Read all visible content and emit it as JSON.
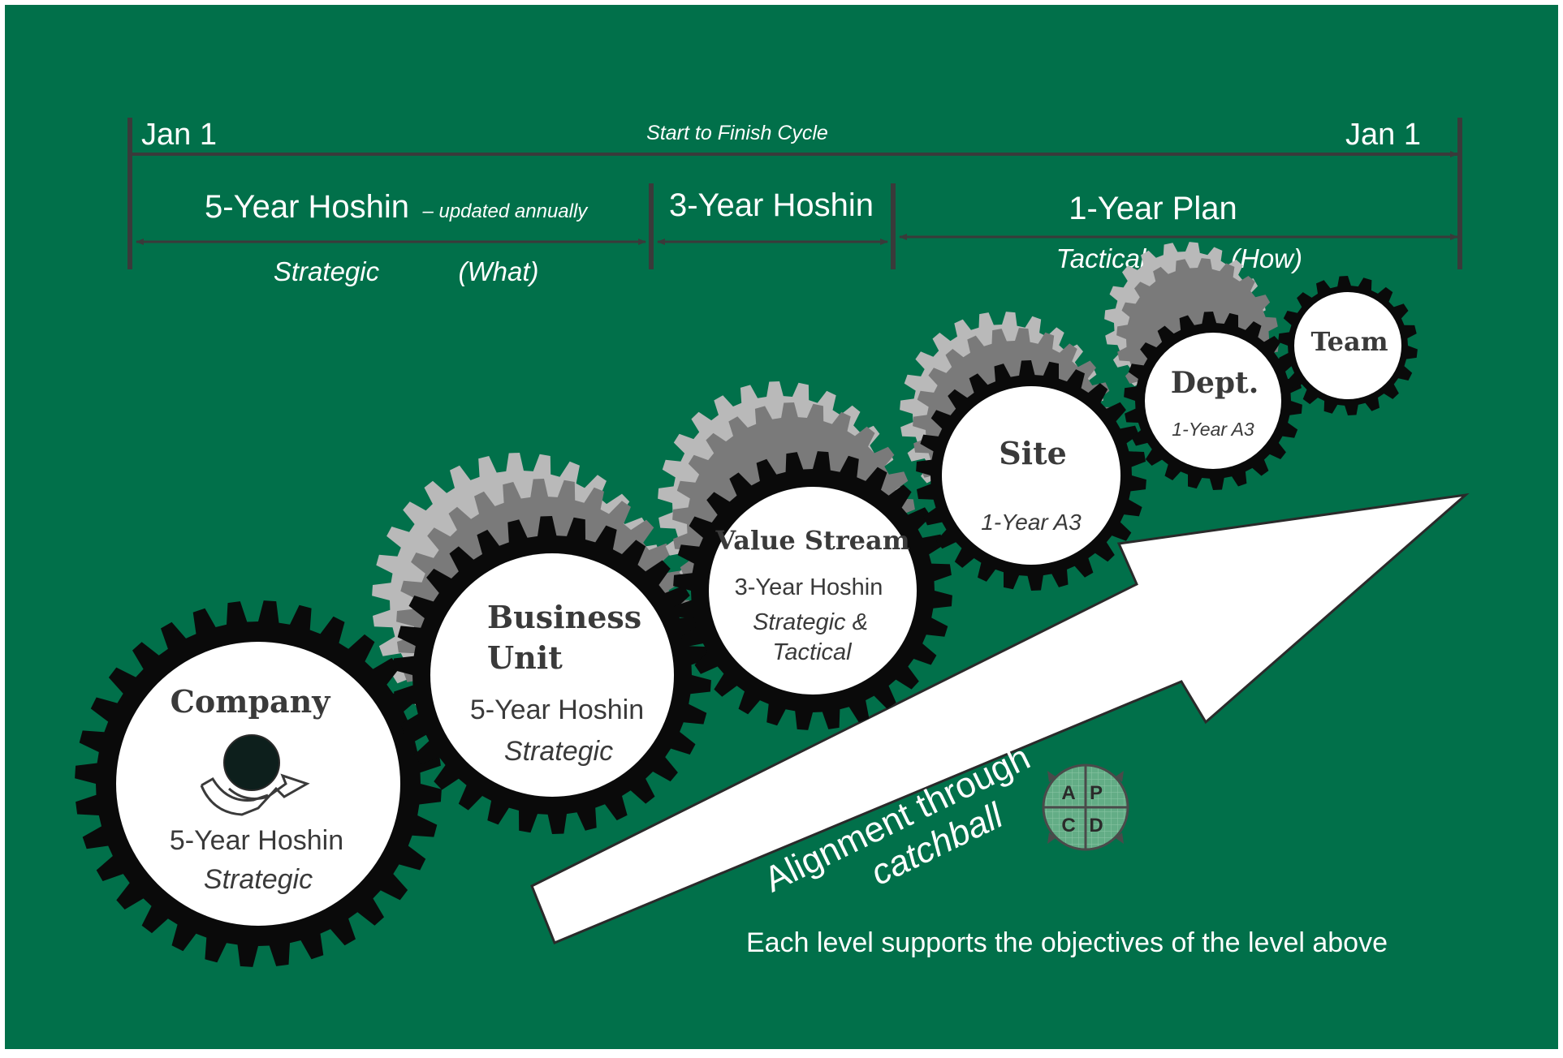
{
  "colors": {
    "background": "#01704a",
    "gear_black": "#0a0a0a",
    "gear_gray_dark": "#7a7a7a",
    "gear_gray_light": "#b9b9b9",
    "white": "#ffffff",
    "pdca_green": "#5aa580"
  },
  "timeline": {
    "start_label": "Jan 1",
    "end_label": "Jan 1",
    "cycle_label": "Start to Finish Cycle",
    "five_year": {
      "title": "5-Year Hoshin",
      "note": "– updated annually"
    },
    "three_year": {
      "title": "3-Year Hoshin"
    },
    "one_year": {
      "title": "1-Year Plan"
    },
    "strategic_label": "Strategic",
    "what_label": "(What)",
    "tactical_label": "Tactical",
    "how_label": "(How)"
  },
  "gears": {
    "company": {
      "name": "Company",
      "plan": "5-Year Hoshin",
      "type": "Strategic",
      "icon": "catchball-cycle-icon"
    },
    "business_unit": {
      "name_line1": "Business",
      "name_line2": "Unit",
      "plan": "5-Year Hoshin",
      "type": "Strategic"
    },
    "value_stream": {
      "name": "Value Stream",
      "plan": "3-Year Hoshin",
      "type_line1": "Strategic &",
      "type_line2": "Tactical"
    },
    "site": {
      "name": "Site",
      "plan": "1-Year A3"
    },
    "dept": {
      "name": "Dept.",
      "plan": "1-Year A3"
    },
    "team": {
      "name": "Team"
    }
  },
  "arrow": {
    "line1": "Alignment through",
    "line2": "catchball"
  },
  "pdca": {
    "a": "A",
    "p": "P",
    "c": "C",
    "d": "D"
  },
  "footer": "Each level supports the objectives of the level above"
}
